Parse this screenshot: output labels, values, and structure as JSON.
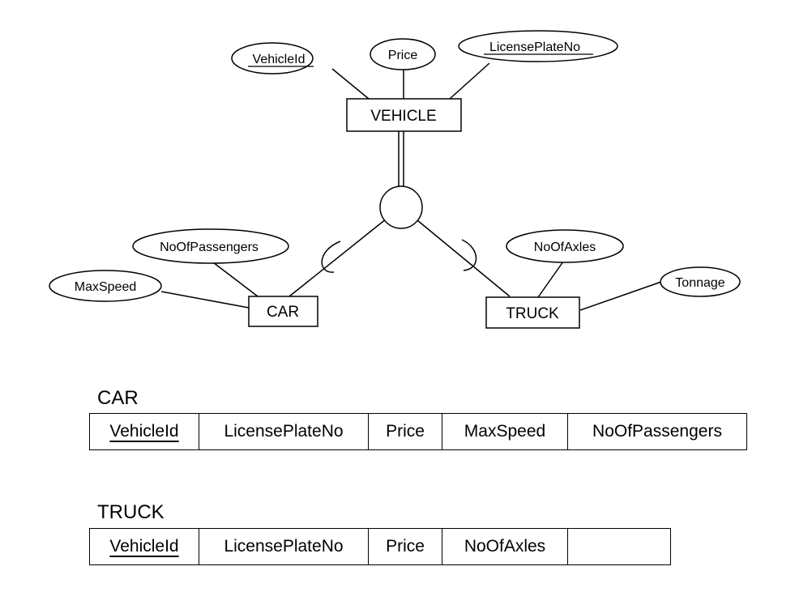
{
  "er_diagram": {
    "entities": {
      "vehicle": "VEHICLE",
      "car": "CAR",
      "truck": "TRUCK"
    },
    "attributes": {
      "vehicle_id": "VehicleId",
      "price": "Price",
      "license_plate_no": "LicensePlateNo",
      "no_of_passengers": "NoOfPassengers",
      "max_speed": "MaxSpeed",
      "no_of_axles": "NoOfAxles",
      "tonnage": "Tonnage"
    }
  },
  "tables": {
    "car": {
      "title": "CAR",
      "columns": [
        "VehicleId",
        "LicensePlateNo",
        "Price",
        "MaxSpeed",
        "NoOfPassengers"
      ]
    },
    "truck": {
      "title": "TRUCK",
      "columns": [
        "VehicleId",
        "LicensePlateNo",
        "Price",
        "NoOfAxles",
        ""
      ]
    }
  }
}
